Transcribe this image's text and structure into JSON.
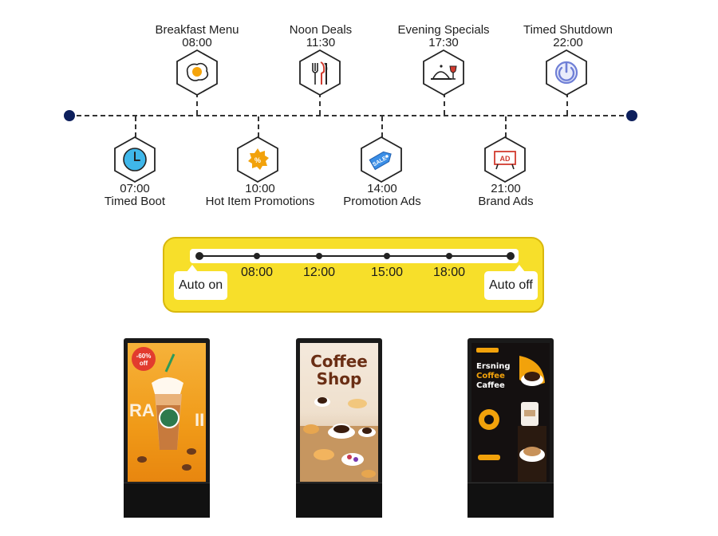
{
  "timeline_top": [
    {
      "title": "Breakfast Menu",
      "time": "08:00",
      "icon": "fried-egg-icon"
    },
    {
      "title": "Noon Deals",
      "time": "11:30",
      "icon": "cutlery-icon"
    },
    {
      "title": "Evening Specials",
      "time": "17:30",
      "icon": "cloche-wine-icon"
    },
    {
      "title": "Timed Shutdown",
      "time": "22:00",
      "icon": "power-icon"
    }
  ],
  "timeline_bottom": [
    {
      "title": "Timed Boot",
      "time": "07:00",
      "icon": "clock-icon"
    },
    {
      "title": "Hot Item Promotions",
      "time": "10:00",
      "icon": "promo-badge-icon"
    },
    {
      "title": "Promotion Ads",
      "time": "14:00",
      "icon": "sale-tag-icon"
    },
    {
      "title": "Brand Ads",
      "time": "21:00",
      "icon": "ad-board-icon"
    }
  ],
  "schedule_bar": {
    "start_label": "Auto on",
    "end_label": "Auto off",
    "ticks": [
      "08:00",
      "12:00",
      "15:00",
      "18:00"
    ]
  },
  "kiosks": [
    {
      "name": "frappe-promo",
      "badge": "-60% off",
      "side_text_left": "RA",
      "side_text_right": "II"
    },
    {
      "name": "coffee-shop",
      "headline_line1": "Coffee",
      "headline_line2": "Shop"
    },
    {
      "name": "evening-coffee",
      "headline_line1": "Ersning",
      "headline_line2": "Coffee",
      "headline_line3": "Caffee"
    }
  ],
  "colors": {
    "accent_yellow": "#f7df2a",
    "timeline_dot": "#0d1f5c",
    "orange": "#f2a20b",
    "power_blue": "#6f7fd6"
  }
}
